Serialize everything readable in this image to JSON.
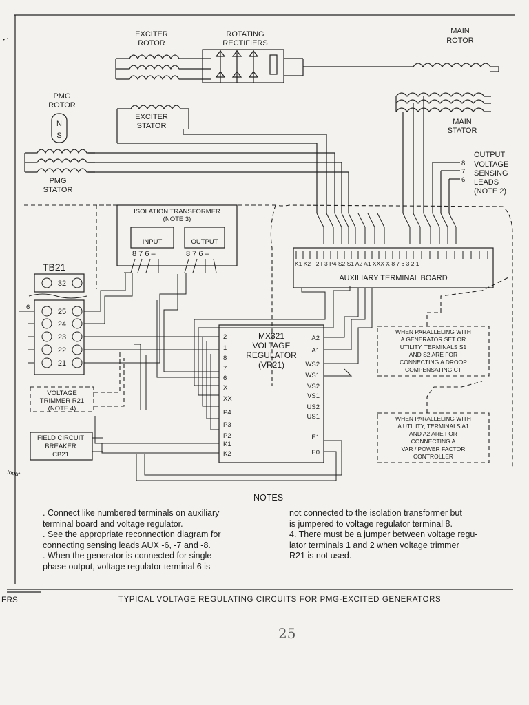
{
  "labels": {
    "exciter_rotor": [
      "EXCITER",
      "ROTOR"
    ],
    "rotating_rectifiers": [
      "ROTATING",
      "RECTIFIERS"
    ],
    "main_rotor": [
      "MAIN",
      "ROTOR"
    ],
    "pmg_rotor": [
      "PMG",
      "ROTOR"
    ],
    "exciter_stator": [
      "EXCITER",
      "STATOR"
    ],
    "main_stator": [
      "MAIN",
      "STATOR"
    ],
    "pmg_stator": [
      "PMG",
      "STATOR"
    ],
    "output_sensing": [
      "OUTPUT",
      "VOLTAGE",
      "SENSING",
      "LEADS",
      "(NOTE 2)"
    ],
    "sensing_lead_numbers": [
      "8",
      "7",
      "6"
    ],
    "pmg_poles": [
      "N",
      "S"
    ],
    "isolation_transformer": [
      "ISOLATION TRANSFORMER",
      "(NOTE 3)"
    ],
    "iso_input": "INPUT",
    "iso_output": "OUTPUT",
    "iso_input_terms": "8 7 6 –",
    "iso_output_terms": "8 7 6 –",
    "aux_board_title": "AUXILIARY TERMINAL BOARD",
    "aux_board_terms": "K1 K2 F2 F3 P4 S2 S1 A2 A1 XXX X 8 7 6 3 2 1",
    "tb21_title": "TB21",
    "tb21_terms": [
      "32",
      "25",
      "24",
      "23",
      "22",
      "21"
    ],
    "tb21_lead_6": "6",
    "regulator_title": [
      "MX321",
      "VOLTAGE",
      "REGULATOR",
      "(VR21)"
    ],
    "regulator_left_terms": [
      "2",
      "1",
      "8",
      "7",
      "6",
      "X",
      "XX",
      "P4",
      "P3",
      "P2",
      "K1",
      "K2"
    ],
    "regulator_right_terms": [
      "A2",
      "A1",
      "WS2",
      "WS1",
      "VS2",
      "VS1",
      "US2",
      "US1",
      "E1",
      "E0"
    ],
    "voltage_trimmer": [
      "VOLTAGE",
      "TRIMMER R21",
      "(NOTE 4)"
    ],
    "field_breaker": [
      "FIELD CIRCUIT",
      "BREAKER",
      "CB21"
    ],
    "note_box_1": [
      "WHEN PARALLELING WITH",
      "A GENERATOR SET OR",
      "UTILITY, TERMINALS S1",
      "AND S2 ARE FOR",
      "CONNECTING A DROOP",
      "COMPENSATING CT"
    ],
    "note_box_2": [
      "WHEN PARALLELING WITH",
      "A UTILITY, TERMINALS A1",
      "AND A2 ARE FOR",
      "CONNECTING A",
      "VAR / POWER FACTOR",
      "CONTROLLER"
    ]
  },
  "notes": {
    "title": "— NOTES —",
    "items": [
      "Connect like numbered terminals on auxiliary terminal board and voltage regulator.",
      "See the appropriate reconnection diagram for connecting sensing leads AUX -6, -7 and -8.",
      "When the generator is connected for single-phase output, voltage regulator terminal 6 is not connected to the isolation transformer but is jumpered to voltage regulator terminal 8.",
      "There must be a jumper between voltage regulator terminals 1 and 2 when voltage trimmer R21 is not used."
    ],
    "col1": [
      ". Connect like numbered terminals on auxiliary",
      "  terminal board and voltage regulator.",
      ". See the appropriate reconnection diagram for",
      "  connecting sensing leads AUX -6, -7 and -8.",
      ". When the generator is connected for single-",
      "  phase output, voltage regulator terminal 6 is"
    ],
    "col2": [
      "not connected to the isolation transformer but",
      "is jumpered to voltage regulator terminal 8.",
      "4. There must be a jumper between voltage regu-",
      "   lator terminals 1 and 2 when voltage trimmer",
      "   R21 is not used."
    ]
  },
  "caption": "TYPICAL VOLTAGE REGULATING CIRCUITS FOR PMG-EXCITED GENERATORS",
  "footer_left": "ERS",
  "page_number": "25"
}
